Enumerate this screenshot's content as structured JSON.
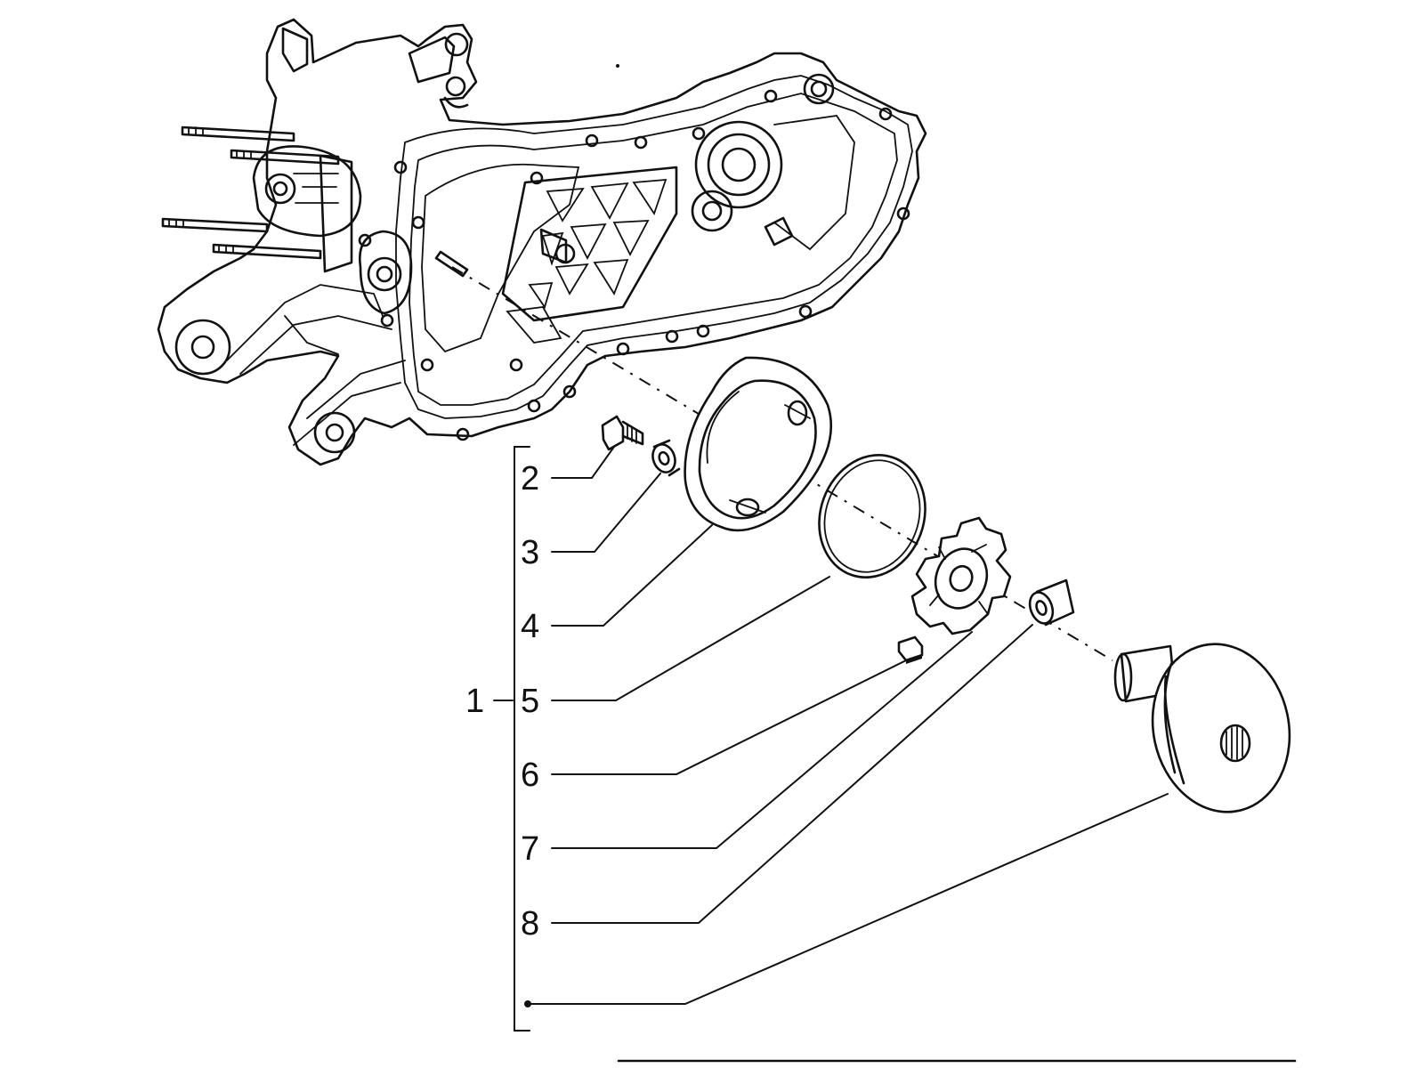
{
  "callouts": {
    "assembly": "1",
    "items": [
      "2",
      "3",
      "4",
      "5",
      "6",
      "7",
      "8",
      ""
    ]
  },
  "colors": {
    "ink": "#111111",
    "background": "#ffffff"
  }
}
